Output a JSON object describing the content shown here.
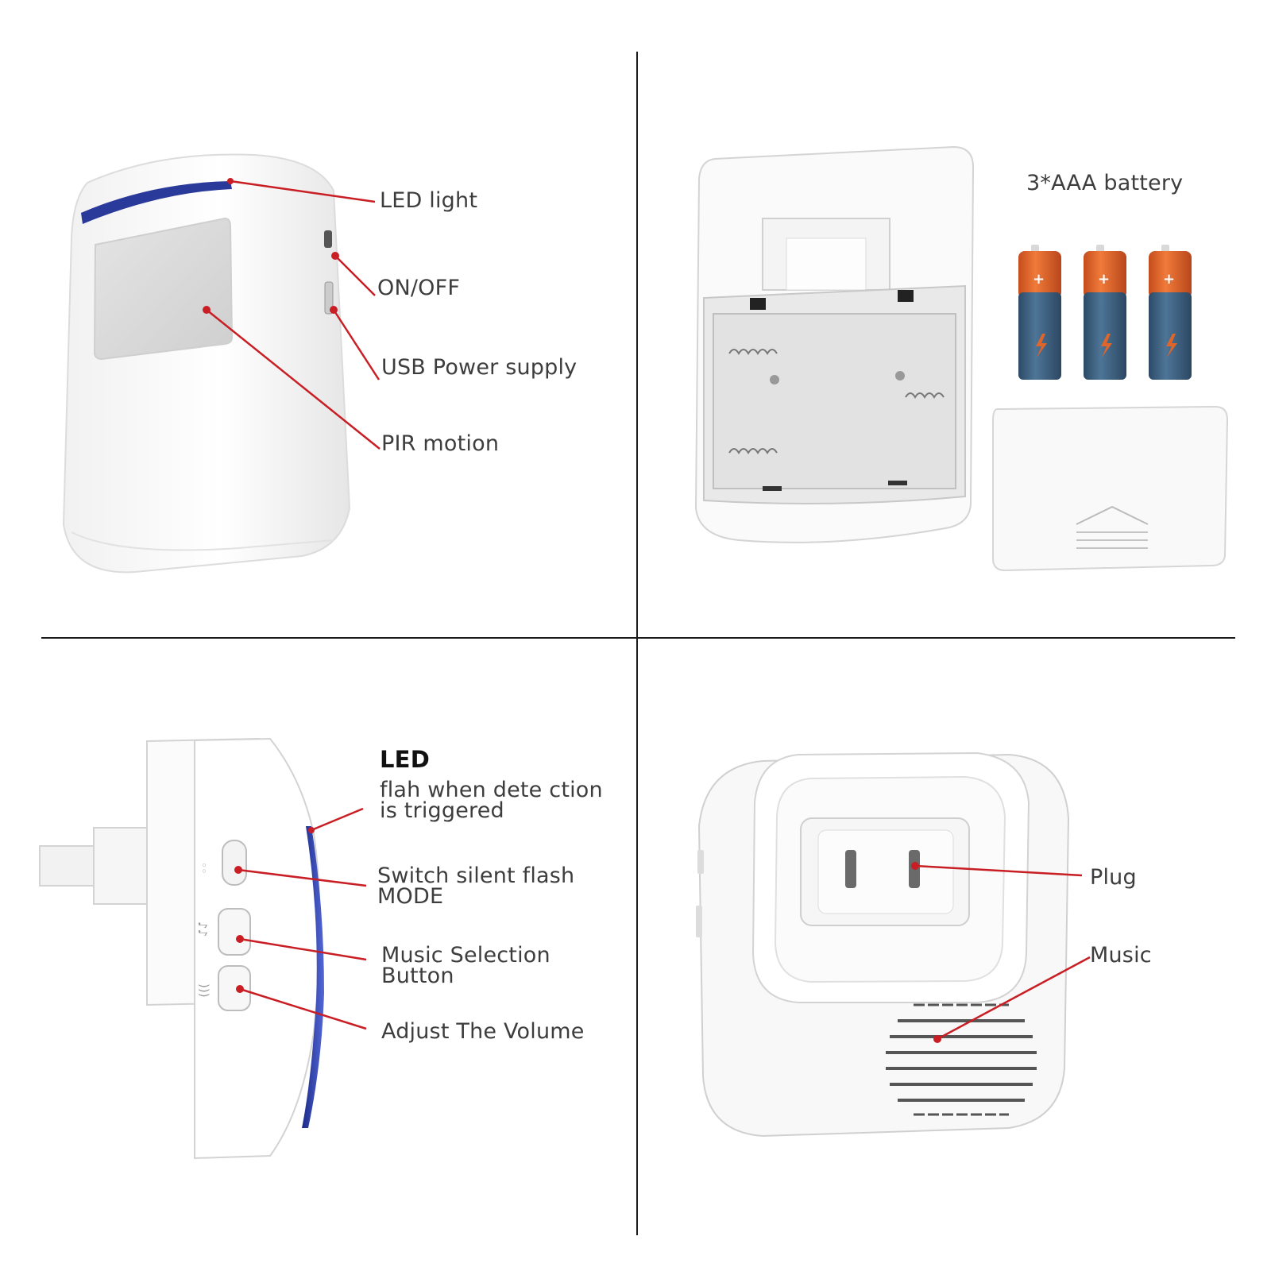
{
  "labels": {
    "led_light": "LED light",
    "on_off": "ON/OFF",
    "usb_power": "USB Power supply",
    "pir_motion": "PIR motion",
    "battery": "3*AAA battery",
    "led_title": "LED",
    "led_desc_1": "flah when dete ction",
    "led_desc_2": "is triggered",
    "switch_1": "Switch silent flash",
    "switch_2": "MODE",
    "music_sel_1": "Music Selection",
    "music_sel_2": "Button",
    "volume": "Adjust The Volume",
    "plug": "Plug",
    "music": "Music"
  },
  "colors": {
    "callout_line": "#c81e24",
    "text": "#3d3d3d",
    "divider": "#1a1a1a",
    "led_blue": "#2a3a9a",
    "battery_body": "#3b5f7e",
    "battery_cap": "#e0652a"
  },
  "icons": {
    "battery": "aaa-battery-icon",
    "bolt": "lightning-bolt-icon"
  }
}
